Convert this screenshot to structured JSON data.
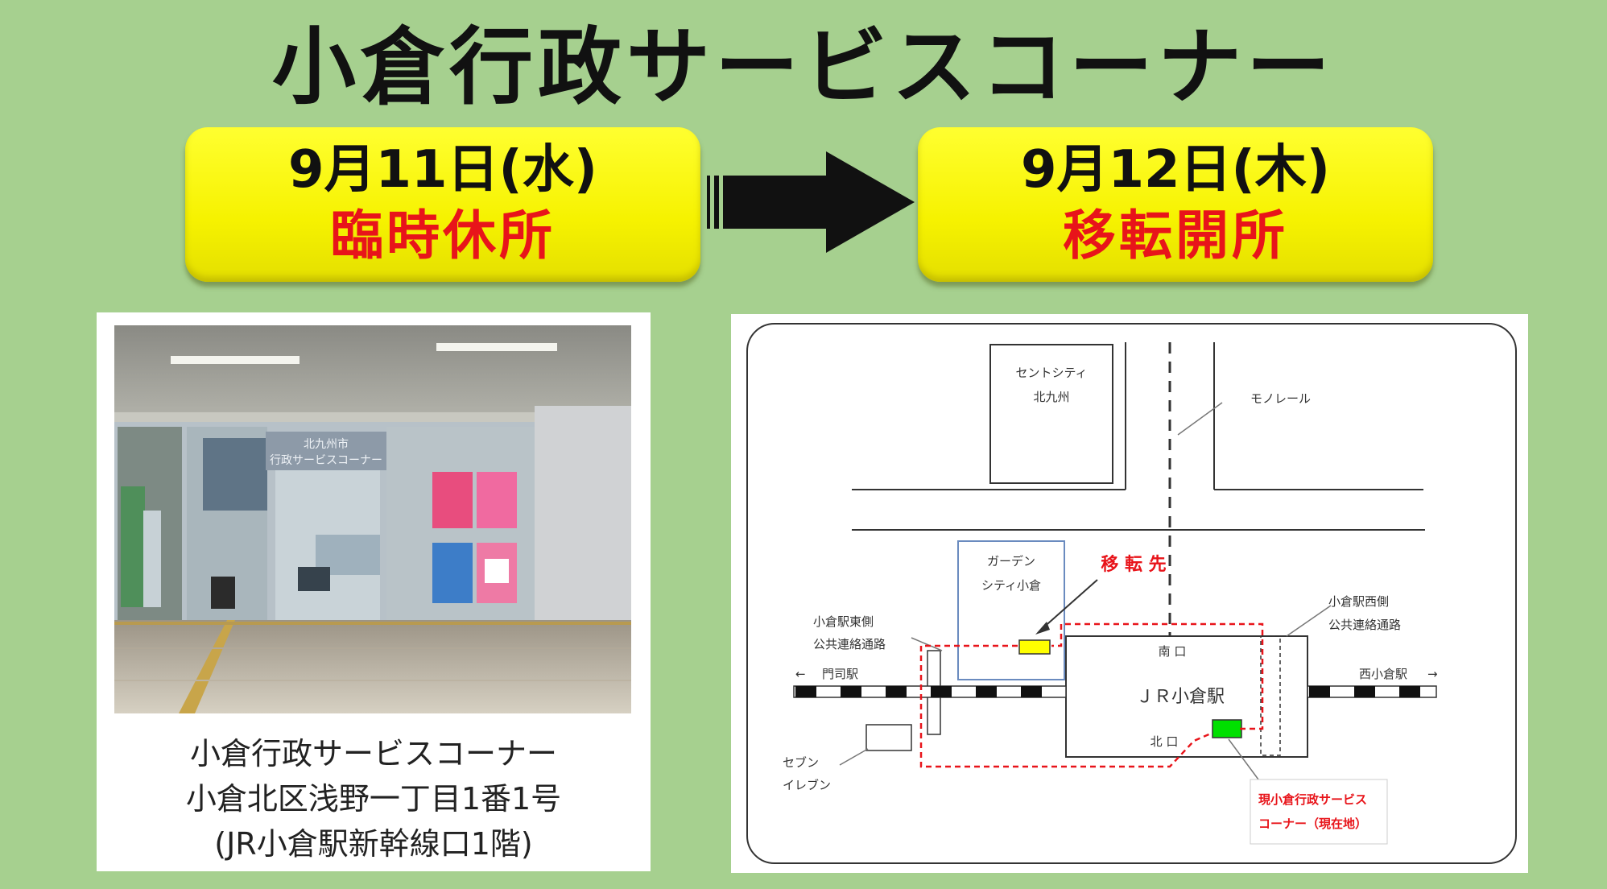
{
  "title": "小倉行政サービスコーナー",
  "closure": {
    "date": "9月11日(水)",
    "status": "臨時休所"
  },
  "opening": {
    "date": "9月12日(木)",
    "status": "移転開所"
  },
  "photo": {
    "sign_line1": "北九州市",
    "sign_line2": "行政サービスコーナー",
    "caption": [
      "小倉行政サービスコーナー",
      "小倉北区浅野一丁目1番1号",
      "(JR小倉駅新幹線口1階)"
    ]
  },
  "map": {
    "labels": {
      "cent_city_1": "セントシティ",
      "cent_city_2": "北九州",
      "monorail": "モノレール",
      "garden_1": "ガーデン",
      "garden_2": "シティ小倉",
      "relocation": "移 転 先",
      "east_passage_1": "小倉駅東側",
      "east_passage_2": "公共連絡通路",
      "west_passage_1": "小倉駅西側",
      "west_passage_2": "公共連絡通路",
      "mojiko": "門司駅",
      "nishikokura": "西小倉駅",
      "south_exit": "南 口",
      "station": "ＪＲ小倉駅",
      "north_exit": "北 口",
      "seven_1": "セブン",
      "seven_2": "イレブン",
      "current_1": "現小倉行政サービス",
      "current_2": "コーナー（現在地）",
      "arrow_left": "←",
      "arrow_right": "→"
    }
  },
  "colors": {
    "background": "#a6d08f",
    "box_yellow": "#ffff30",
    "status_red": "#e8141a",
    "new_marker": "#ffff00",
    "current_marker": "#00e000",
    "route_red": "#e8141a"
  }
}
